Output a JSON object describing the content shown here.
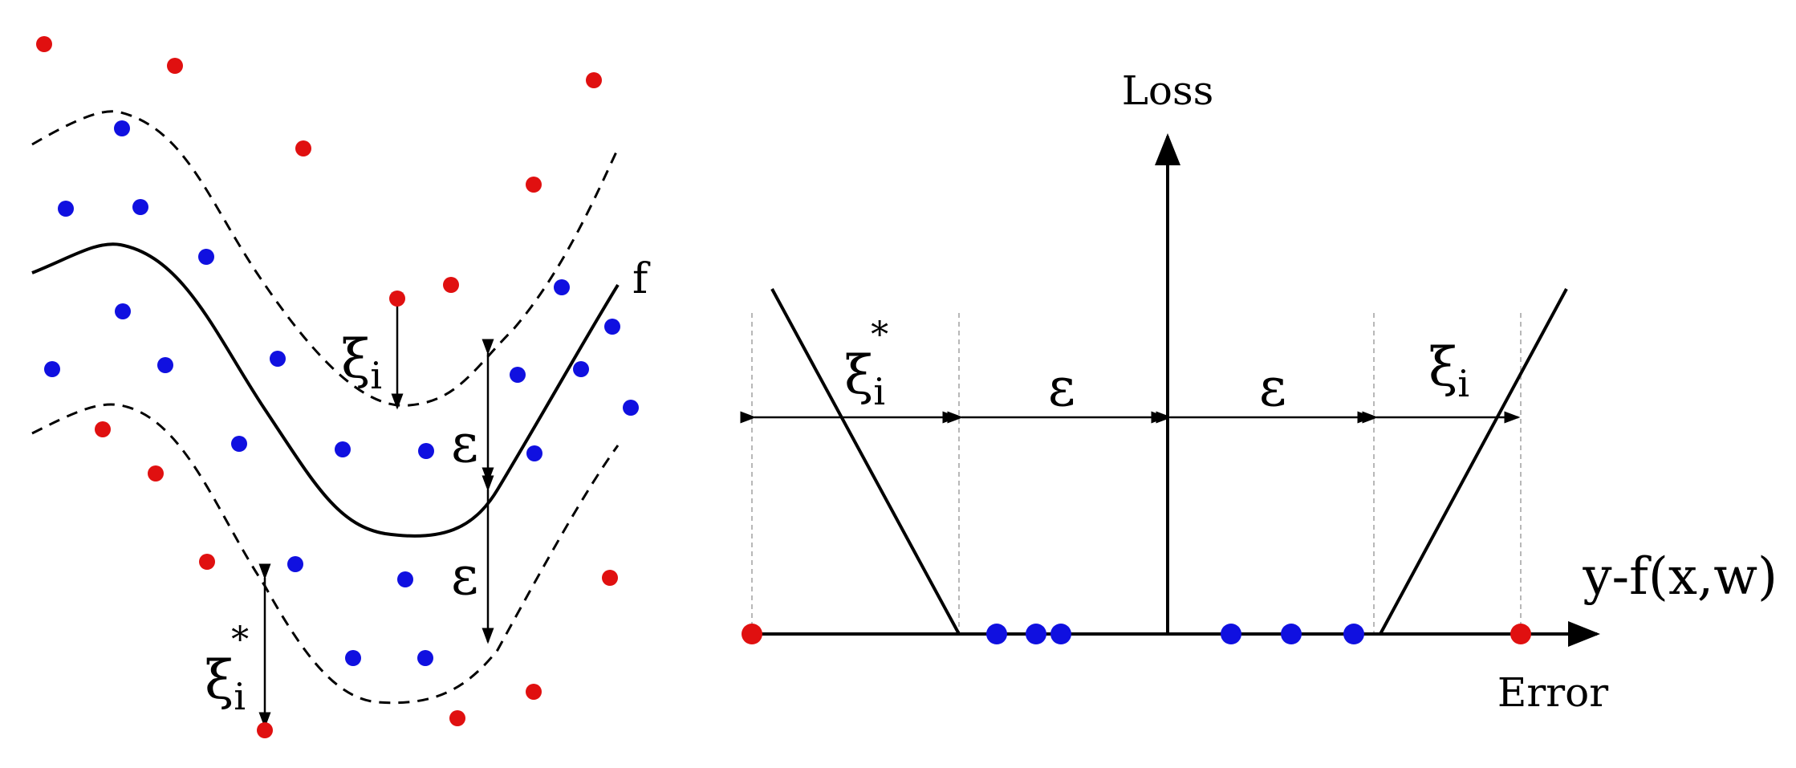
{
  "colors": {
    "outside_point": "#e01010",
    "inside_point": "#1010e0",
    "line": "#000000",
    "guide": "#b8b8b8"
  },
  "left_panel": {
    "function_label": "f",
    "epsilon_upper": "ε",
    "epsilon_lower": "ε",
    "xi_upper": {
      "base": "ξ",
      "sub": "i"
    },
    "xi_lower": {
      "base": "ξ",
      "sub": "i",
      "sup": "*"
    }
  },
  "right_panel": {
    "y_axis_label": "Loss",
    "x_axis_label": "Error",
    "x_axis_formula": "y-f(x,w)",
    "xi_star_segment": {
      "base": "ξ",
      "sub": "i",
      "sup": "*"
    },
    "epsilon_left": "ε",
    "epsilon_right": "ε",
    "xi_segment": {
      "base": "ξ",
      "sub": "i"
    }
  }
}
